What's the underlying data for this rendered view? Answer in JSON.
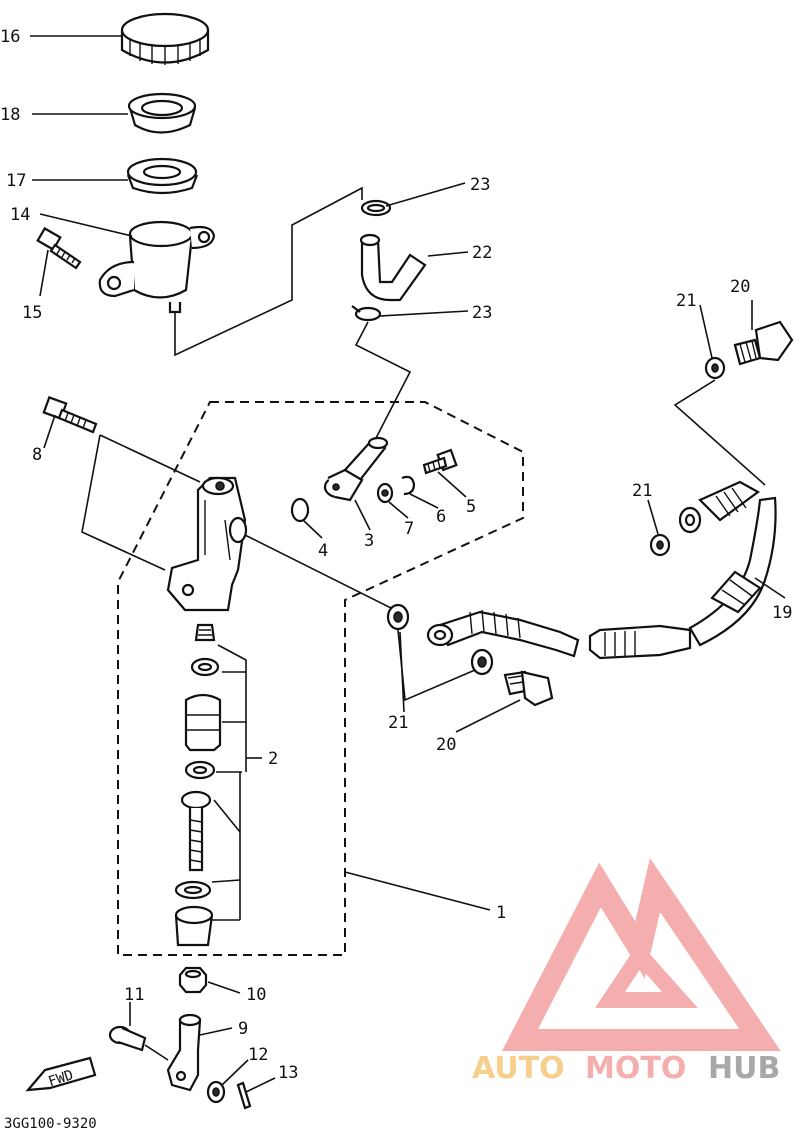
{
  "diagram": {
    "callouts": [
      "1",
      "2",
      "3",
      "4",
      "5",
      "6",
      "7",
      "8",
      "9",
      "10",
      "11",
      "12",
      "13",
      "14",
      "15",
      "16",
      "17",
      "18",
      "19",
      "20",
      "21",
      "22",
      "23"
    ],
    "callout_labels": {
      "c16": "16",
      "c18": "18",
      "c17": "17",
      "c14": "14",
      "c15": "15",
      "c23a": "23",
      "c22": "22",
      "c23b": "23",
      "c20a": "20",
      "c21a": "21",
      "c21b": "21",
      "c19": "19",
      "c8": "8",
      "c4": "4",
      "c3": "3",
      "c7": "7",
      "c6": "6",
      "c5": "5",
      "c2": "2",
      "c1": "1",
      "c21c": "21",
      "c20b": "20",
      "c10": "10",
      "c11": "11",
      "c9": "9",
      "c12": "12",
      "c13": "13"
    },
    "fwd_label": "FWD",
    "drawing_code": "3GG100-9320"
  },
  "watermark": {
    "text_part1": "AUTO",
    "text_part2": "MOTO",
    "text_part3": "HUB",
    "colors": {
      "triangle": "#f4a0a0",
      "auto": "#f6c77a",
      "moto": "#f4a0a0",
      "hub": "#9a9a9a"
    }
  }
}
